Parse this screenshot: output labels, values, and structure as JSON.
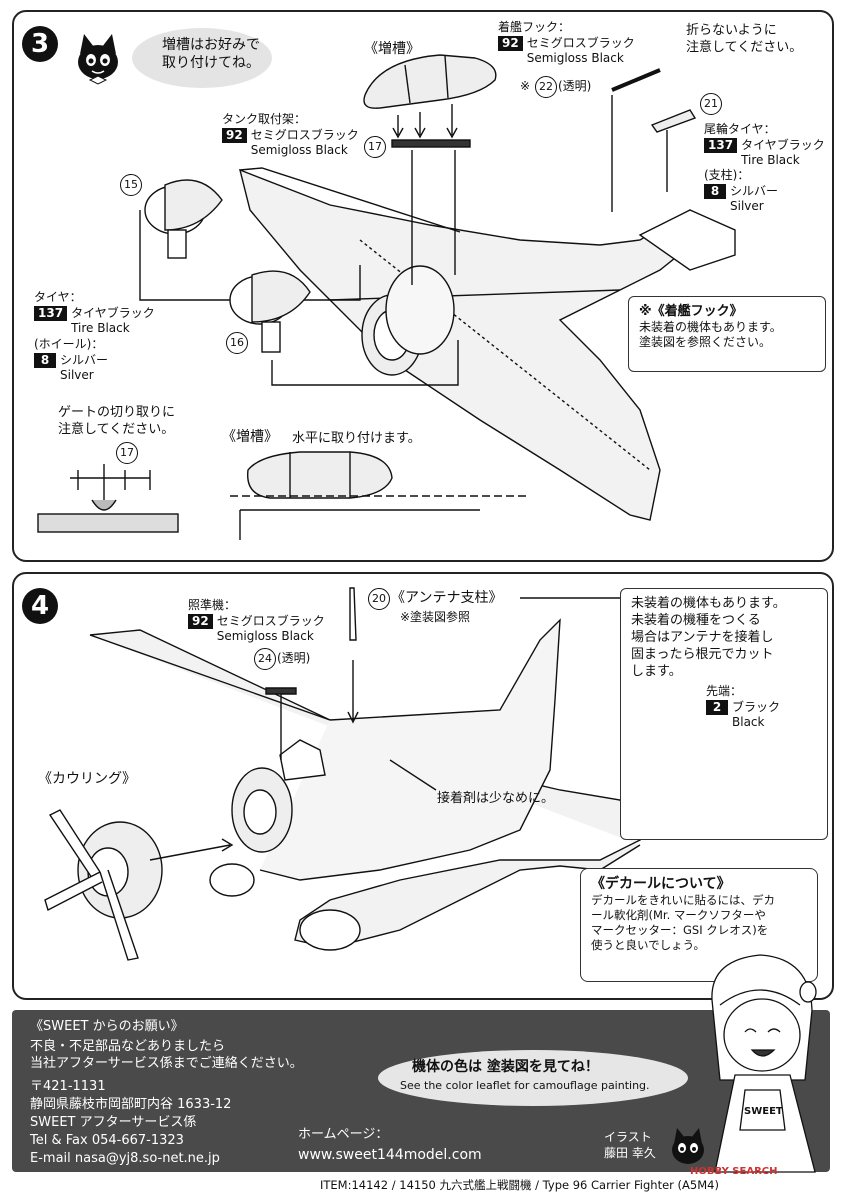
{
  "step3": {
    "number": "3",
    "bubble": "増槽はお好みで\n取り付けてね。",
    "drop_tank_title": "《増槽》",
    "landing_hook_label": "着艦フック：",
    "landing_hook_color_code": "92",
    "landing_hook_color_jp": "セミグロスブラック",
    "landing_hook_color_en": "Semigloss Black",
    "part22_note_prefix": "※",
    "part22_num": "22",
    "part22_clear": "(透明)",
    "warning_nobend": "折らないように\n注意してください。",
    "part21_num": "21",
    "tailwheel_label": "尾輪タイヤ：",
    "tailwheel_color_code": "137",
    "tailwheel_color_jp": "タイヤブラック",
    "tailwheel_color_en": "Tire Black",
    "strut_label": "(支柱)：",
    "strut_color_code": "8",
    "strut_color_jp": "シルバー",
    "strut_color_en": "Silver",
    "tank_mount_label": "タンク取付架：",
    "tank_mount_color_code": "92",
    "tank_mount_color_jp": "セミグロスブラック",
    "tank_mount_color_en": "Semigloss Black",
    "part17_num": "17",
    "part15_num": "15",
    "part16_num": "16",
    "tire_label": "タイヤ：",
    "tire_color_code": "137",
    "tire_color_jp": "タイヤブラック",
    "tire_color_en": "Tire Black",
    "wheel_label": "(ホイール)：",
    "wheel_color_code": "8",
    "wheel_color_jp": "シルバー",
    "wheel_color_en": "Silver",
    "hook_note_title": "※《着艦フック》",
    "hook_note_body": "未装着の機体もあります。\n塗装図を参照ください。",
    "gate_note": "ゲートの切り取りに\n注意してください。",
    "gate_part_num": "17",
    "tank_horizontal_title": "《増槽》",
    "tank_horizontal_body": "水平に取り付けます。"
  },
  "step4": {
    "number": "4",
    "sight_label": "照準機：",
    "sight_color_code": "92",
    "sight_color_jp": "セミグロスブラック",
    "sight_color_en": "Semigloss Black",
    "part24_num": "24",
    "part24_clear": "(透明)",
    "part20_num": "20",
    "antenna_title": "《アンテナ支柱》",
    "antenna_ref": "※塗装図参照",
    "cowling_title": "《カウリング》",
    "glue_note": "接着剤は少なめに。",
    "antenna_note": "未装着の機体もあります。\n未装着の機種をつくる\n場合はアンテナを接着し\n固まったら根元でカット\nします。",
    "tip_label": "先端：",
    "tip_color_code": "2",
    "tip_color_jp": "ブラック",
    "tip_color_en": "Black",
    "decal_title": "《デカールについて》",
    "decal_body": "デカールをきれいに貼るには、デカ\nール軟化剤(Mr. マークソフターや\nマークセッター：GSI クレオス)を\n使うと良いでしょう。"
  },
  "footer": {
    "request_title": "《SWEET からのお願い》",
    "request_body": "不良・不足部品などありましたら\n当社アフターサービス係までご連絡ください。",
    "postal": "〒421-1131",
    "address": "静岡県藤枝市岡部町内谷 1633-12",
    "dept": "SWEET アフターサービス係",
    "tel": "Tel & Fax 054-667-1323",
    "email": "E-mail nasa@yj8.so-net.ne.jp",
    "homepage_label": "ホームページ：",
    "homepage_url": "www.sweet144model.com",
    "color_note_jp": "機体の色は 塗装図を見てね！",
    "color_note_en": "See the color leaflet for camouflage painting.",
    "illust_label": "イラスト",
    "illust_name": "藤田 幸久",
    "sweet_apron": "SWEET"
  },
  "bottom": {
    "item_line": "ITEM:14142 / 14150   九六式艦上戦闘機 / Type 96 Carrier Fighter (A5M4)",
    "watermark": "HOBBY SEARCH"
  }
}
